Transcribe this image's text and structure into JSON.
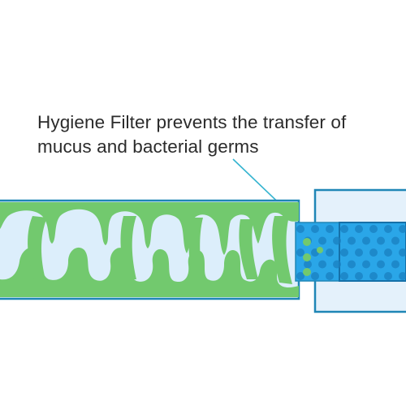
{
  "caption": {
    "line1": "Hygiene Filter prevents the transfer of",
    "line2": "mucus and bacterial germs"
  },
  "colors": {
    "tube_fill": "#dceefb",
    "tube_outline": "#1f86b6",
    "mucus": "#72c96e",
    "filter": "#2aa6e8",
    "filter_dots": "#1a7fc0",
    "connector_fill": "#e4f1fb",
    "leader_line": "#35b4d0"
  },
  "icons": [
    "hygiene-filter",
    "mucus-tube",
    "connector"
  ]
}
